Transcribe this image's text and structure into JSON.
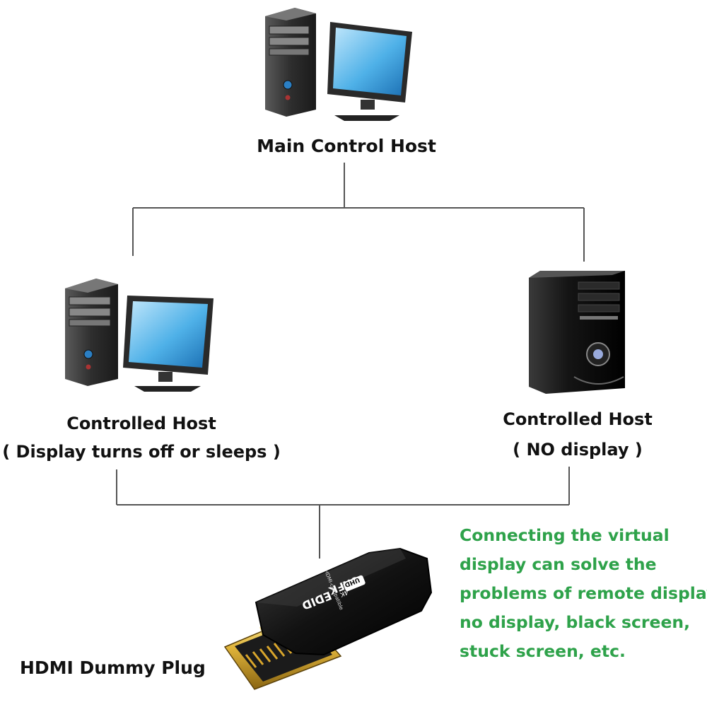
{
  "diagram": {
    "main_host": {
      "label": "Main Control Host",
      "icon": "desktop-computer-icon"
    },
    "controlled_host_left": {
      "label": "Controlled Host",
      "sublabel": "( Display turns off or sleeps )",
      "icon": "desktop-computer-icon"
    },
    "controlled_host_right": {
      "label": "Controlled Host",
      "sublabel": "( NO display )",
      "icon": "tower-case-icon"
    },
    "plug": {
      "label": "HDMI Dummy Plug",
      "icon": "hdmi-plug-icon",
      "brand_text": "8KFK",
      "badge_text": "UHD",
      "res_text": "4K",
      "model_text": "EDID",
      "compat_text": "HDMI-compatible"
    },
    "note": {
      "lines": [
        "Connecting the virtual",
        "display can solve the",
        "problems of remote display,",
        "no display, black screen,",
        "stuck screen, etc."
      ],
      "color": "#2ea24a"
    },
    "connector_color": "#555555"
  }
}
